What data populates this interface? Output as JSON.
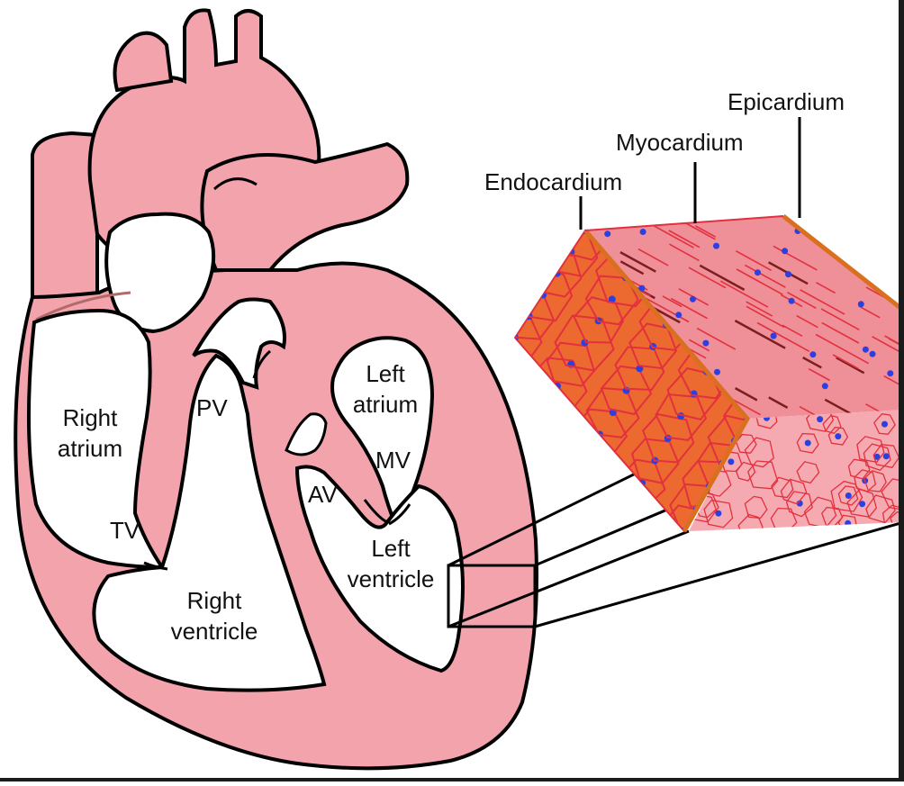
{
  "diagram": {
    "heart_labels": {
      "right_atrium": [
        "Right",
        "atrium"
      ],
      "left_atrium": [
        "Left",
        "atrium"
      ],
      "right_ventricle": [
        "Right",
        "ventricle"
      ],
      "left_ventricle": [
        "Left",
        "ventricle"
      ],
      "pv": "PV",
      "tv": "TV",
      "av": "AV",
      "mv": "MV"
    },
    "tissue_labels": {
      "endocardium": "Endocardium",
      "myocardium": "Myocardium",
      "epicardium": "Epicardium"
    },
    "colors": {
      "heart_fill": "#f2a3ab",
      "outline": "#000000",
      "endocardium_orange": "#ec6a2f",
      "myocardium_pink": "#ef8f98",
      "cell_border": "#e2303f",
      "nucleus_blue": "#2c3fe0",
      "epicardium_edge": "#d9701f"
    }
  }
}
